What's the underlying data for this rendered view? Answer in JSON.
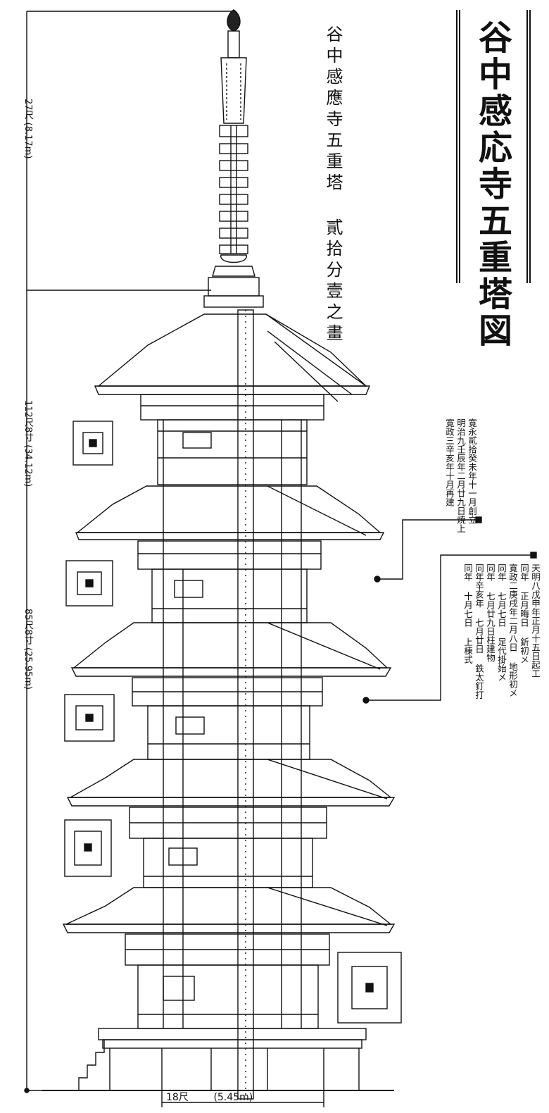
{
  "title": "谷中感応寺五重塔図",
  "subtitle": "谷中感應寺五重塔 貳拾分壹之畫",
  "dimensions": {
    "finial_height": "27尺 (8.17m)",
    "total_height": "112尺8寸 (34.12m)",
    "body_height": "85尺8寸 (25.95m)",
    "base_width": "18尺",
    "base_width_metric": "(5.45m)"
  },
  "history_a": [
    "寛永貳拾癸未年十一月創立",
    "明治九壬辰年二月廿九日焼上",
    "寛政三辛亥年十月再建"
  ],
  "history_b": [
    "天明八戊申年正月十五日起工",
    "同年 正月晦日 釿初メ",
    "寛政二庚戌年二月八日 地形初メ",
    "同年 七月七日 足代掛始メ",
    "同年 七月廿九日柱建物",
    "同年辛亥年 七月廿日 鉄太釘打",
    "同年 十月七日 上棟式"
  ],
  "colors": {
    "ink": "#111111",
    "paper": "#ffffff"
  }
}
